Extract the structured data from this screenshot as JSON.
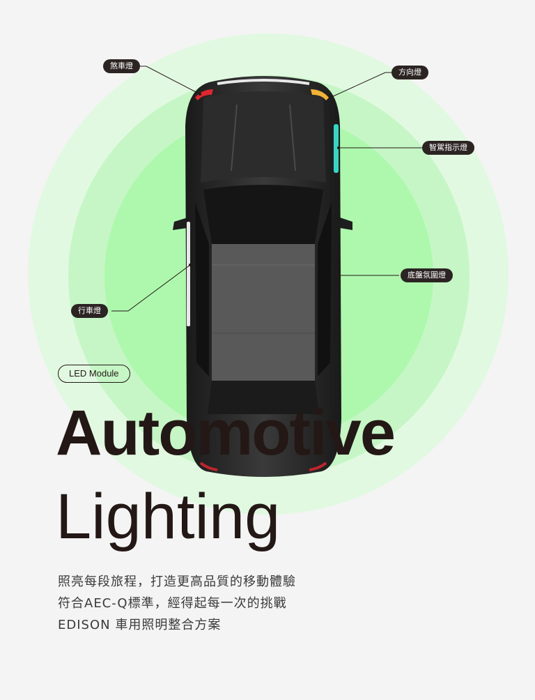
{
  "callouts": {
    "brake_light": "煞車燈",
    "turn_signal": "方向燈",
    "smart_drive_indicator": "智駕指示燈",
    "running_light": "行車燈",
    "ambient_light": "底盤氛圍燈"
  },
  "badge": "LED Module",
  "title": {
    "line1": "Automotive",
    "line2": "Lighting"
  },
  "description": [
    "照亮每段旅程，打造更高品質的移動體驗",
    "符合AEC-Q標準，經得起每一次的挑戰",
    "EDISON 車用照明整合方案"
  ],
  "colors": {
    "background": "#f4f4f4",
    "ring_outer": "#e1f9e1",
    "ring_mid": "#c6f6c6",
    "ring_inner": "#aef8ae",
    "text": "#231815",
    "brake_red": "#e0262f",
    "turn_amber": "#f2b234",
    "indicator_cyan": "#34d7c4"
  }
}
